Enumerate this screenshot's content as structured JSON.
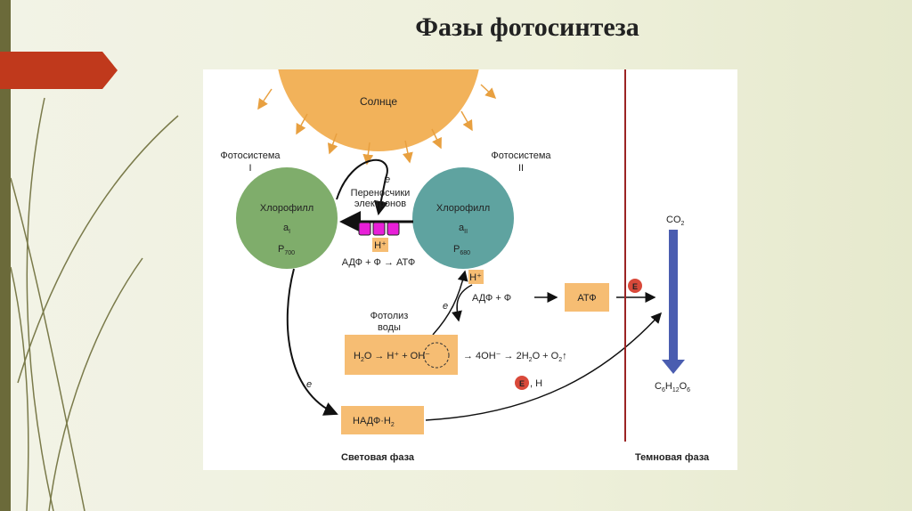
{
  "slide": {
    "title": "Фазы фотосинтеза"
  },
  "diagram": {
    "sun": "Солнце",
    "ps1": {
      "label": "Фотосистема",
      "num": "I",
      "chl": "Хлорофилл",
      "a": "a",
      "a_sub": "I",
      "p": "P",
      "p_sub": "700"
    },
    "ps2": {
      "label": "Фотосистема",
      "num": "II",
      "chl": "Хлорофилл",
      "a": "a",
      "a_sub": "II",
      "p": "P",
      "p_sub": "680"
    },
    "carriers": [
      "Переносчики",
      "электронов"
    ],
    "electron": "e",
    "h_plus": "H⁺",
    "atp_reaction_top": "АДФ + Ф → АТФ",
    "atp_reaction_mid": "АДФ + Ф",
    "atp": "АТФ",
    "energy": "E",
    "photolysis": [
      "Фотолиз",
      "воды"
    ],
    "water_eq": {
      "h2o": "H",
      "h2o_sub": "2",
      "h2o_end": "O",
      "arrow": "→",
      "hplus": "H⁺ +",
      "oh": "OH⁻"
    },
    "oh_reaction": {
      "a": "→ 4OH⁻ → 2H",
      "a_sub": "2",
      "b": "O + O",
      "b_sub": "2",
      "c": "↑"
    },
    "e_h": ", H",
    "nadph": {
      "text": "НАДФ·H",
      "sub": "2"
    },
    "co2": {
      "text": "CO",
      "sub": "2"
    },
    "glucose": {
      "c": "C",
      "c_sub": "6",
      "h": "H",
      "h_sub": "12",
      "o": "O",
      "o_sub": "6"
    },
    "light_phase": "Световая фаза",
    "dark_phase": "Темновая фаза"
  },
  "colors": {
    "sun": "#f2b25a",
    "ps1": "#7fad6b",
    "ps2": "#5fa3a0",
    "box": "#f6bd73",
    "carrier": "#e81fd8",
    "divider": "#9b2424",
    "co2_arrow": "#4a5db0",
    "banner": "#c0391c"
  }
}
